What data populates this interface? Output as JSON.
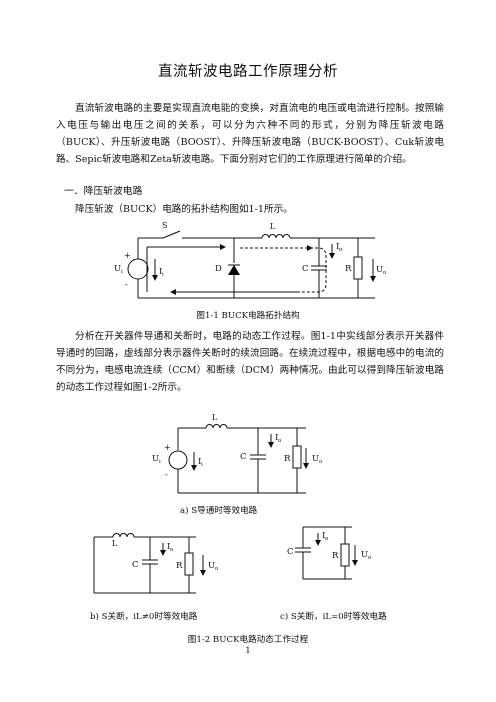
{
  "title": "直流斩波电路工作原理分析",
  "intro": "直流斩波电路的主要是实现直流电能的变换，对直流电的电压或电流进行控制。按照输入电压与输出电压之间的关系，可以分为六种不同的形式，分别为降压斩波电路（BUCK）、升压斩波电路（BOOST）、升降压斩波电路（BUCK-BOOST）、Cuk斩波电路、Sepic斩波电路和Zeta斩波电路。下面分别对它们的工作原理进行简单的介绍。",
  "section_heading": "一．降压斩波电路",
  "section_intro": "降压斩波（BUCK）电路的拓扑结构图如1-1所示。",
  "fig1_caption": "图1-1 BUCK电路拓扑结构",
  "analysis": "分析在开关器件导通和关断时，电路的动态工作过程。图1-1中实线部分表示开关器件导通时的回路，虚线部分表示器件关断时的续流回路。在续流过程中，根据电感中的电流的不同分为，电感电流连续（CCM）和断续（DCM）两种情况。由此可以得到降压斩波电路的动态工作过程如图1-2所示。",
  "fig_a_caption": "a)    S导通时等效电路",
  "fig_b_caption": "b)    S关断，iL≠0时等效电路",
  "fig_c_caption": "c)    S关断，iL=0时等效电路",
  "fig2_caption": "图1-2 BUCK电路动态工作过程",
  "page_number": "1",
  "labels": {
    "S": "S",
    "L": "L",
    "D": "D",
    "C": "C",
    "R": "R",
    "U": "U",
    "I": "I",
    "i_sub": "i",
    "o_sub": "o",
    "plus": "+",
    "minus": "-"
  }
}
